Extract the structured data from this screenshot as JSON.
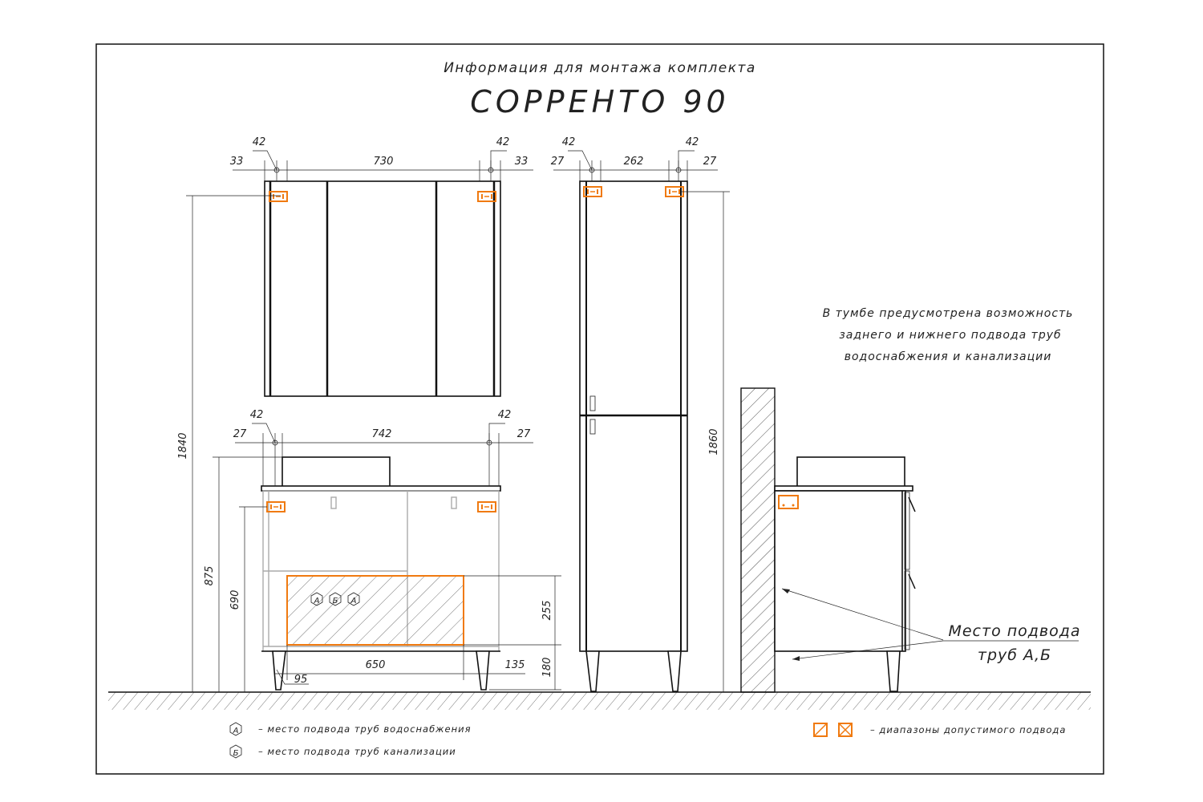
{
  "title": {
    "subtitle": "Информация для монтажа комплекта",
    "name": "СОРРЕНТО 90"
  },
  "mirror_cabinet": {
    "dims": {
      "left_edge": "33",
      "left_hole": "42",
      "width": "730",
      "right_hole": "42",
      "right_edge": "33",
      "height": "1840"
    }
  },
  "tall_cabinet": {
    "dims": {
      "left_edge": "27",
      "left_hole": "42",
      "width": "262",
      "right_hole": "42",
      "right_edge": "27",
      "height": "1860"
    }
  },
  "vanity": {
    "dims": {
      "left_edge": "27",
      "left_hole": "42",
      "width": "742",
      "right_hole": "42",
      "right_edge": "27",
      "height_total": "875",
      "height_mount": "690",
      "zone_height": "255",
      "zone_bottom": "180",
      "zone_width": "650",
      "zone_left": "95",
      "zone_right": "135"
    },
    "pipe_markers": [
      "А",
      "Б",
      "А"
    ]
  },
  "note": {
    "lines": [
      "В тумбе предусмотрена возможность",
      "заднего и нижнего подвода труб",
      "водоснабжения и канализации"
    ]
  },
  "pipe_place_label": {
    "line1": "Место подвода",
    "line2": "труб А,Б"
  },
  "legend": {
    "a_marker": "А",
    "a_text": "– место подвода труб водоснабжения",
    "b_marker": "Б",
    "b_text": "– место подвода труб канализации",
    "range_text": "– диапазоны допустимого подвода"
  },
  "colors": {
    "accent": "#f07a10",
    "line": "#222222",
    "hatch_gray": "#999999"
  }
}
